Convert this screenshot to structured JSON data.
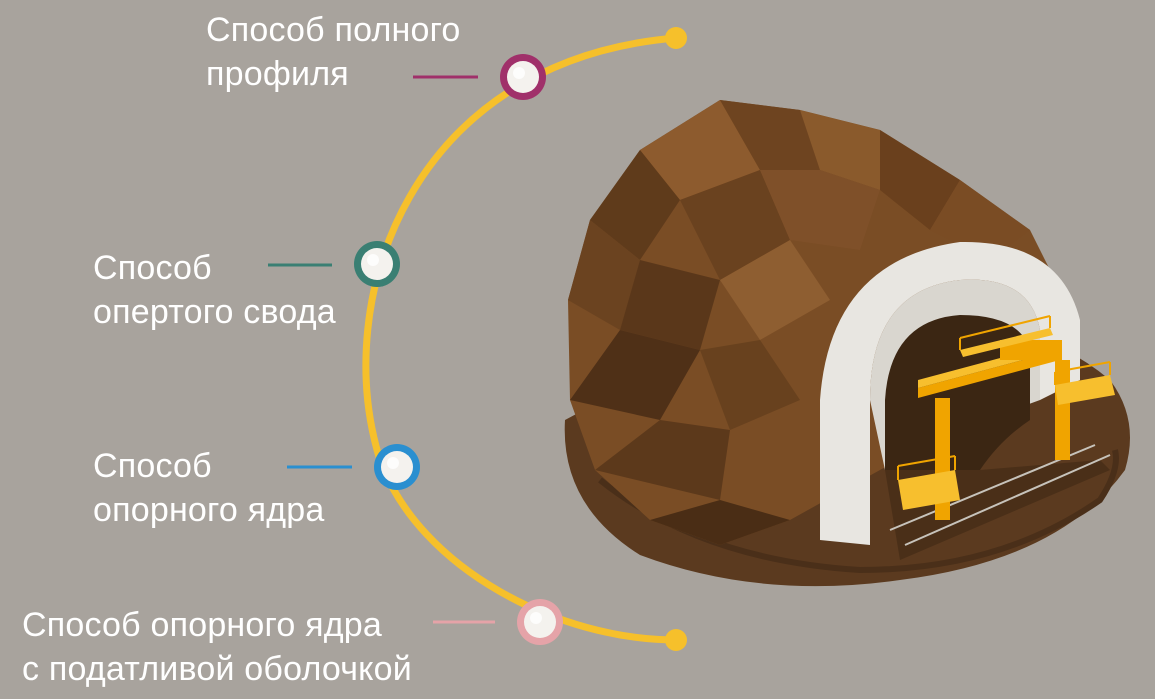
{
  "methods": [
    {
      "line1": "Способ полного",
      "line2": "профиля",
      "color": "#a0306a"
    },
    {
      "line1": "Способ",
      "line2": "опертого свода",
      "color": "#3a7f73"
    },
    {
      "line1": "Способ",
      "line2": "опорного ядра",
      "color": "#2a8fd0"
    },
    {
      "line1": "Способ опорного ядра",
      "line2": "с податливой оболочкой",
      "color": "#e5a3a8"
    }
  ],
  "colors": {
    "background": "#a8a39d",
    "arc": "#f6c02b",
    "rock": "#7a4d25",
    "lining": "#e8e6e1",
    "gantry": "#f0a400",
    "ground": "#5b3a1f"
  },
  "icons": [
    "tunnel-excavation-illustration",
    "gantry-crane",
    "timeline-node"
  ]
}
